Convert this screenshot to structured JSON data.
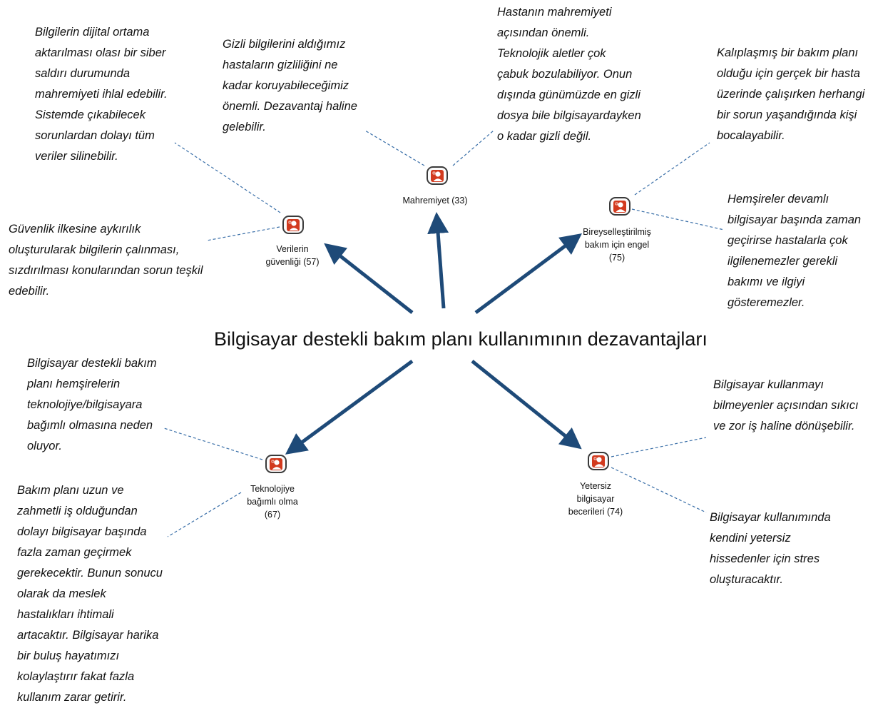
{
  "center": {
    "title": "Bilgisayar destekli bakım planı kullanımının dezavantajları"
  },
  "colors": {
    "arrow": "#1e4a78",
    "connector": "#3a6fa8",
    "icon_accent": "#d23a1e",
    "icon_border": "#3a3a3a"
  },
  "icon": "person-code-icon",
  "nodes": [
    {
      "id": "mahremiyet",
      "label": "Mahremiyet (33)",
      "quotes": [
        "Gizli bilgilerini aldığımız\nhastaların gizliliğini ne\nkadar koruyabileceğimiz\nönemli. Dezavantaj haline\ngelebilir.",
        "Hastanın mahremiyeti\naçısından önemli.\nTeknolojik aletler çok\nçabuk bozulabiliyor. Onun\ndışında günümüzde en gizli\ndosya bile bilgisayardayken\no kadar gizli değil."
      ]
    },
    {
      "id": "verilerin-guvenligi",
      "label": "Verilerin\ngüvenliği (57)",
      "quotes": [
        "Bilgilerin dijital ortama\naktarılması olası bir siber\nsaldırı durumunda\nmahremiyeti ihlal edebilir.\nSistemde çıkabilecek\nsorunlardan dolayı tüm\nveriler silinebilir.",
        "Güvenlik ilkesine aykırılık\noluşturularak bilgilerin çalınması,\nsızdırılması konularından sorun teşkil\nedebilir."
      ]
    },
    {
      "id": "bireysellestirilmis",
      "label": "Bireyselleştirilmiş\nbakım için engel\n(75)",
      "quotes": [
        "Kalıplaşmış bir bakım planı\nolduğu için gerçek bir hasta\nüzerinde çalışırken herhangi\nbir sorun yaşandığında kişi\nbocalayabilir.",
        "Hemşireler devamlı\nbilgisayar başında zaman\ngeçirirse hastalarla çok\nilgilenemezler gerekli\nbakımı ve ilgiyi\ngösteremezler."
      ]
    },
    {
      "id": "teknolojiye-bagimli",
      "label": "Teknolojiye\nbağımlı olma\n(67)",
      "quotes": [
        "Bilgisayar destekli bakım\nplanı hemşirelerin\nteknolojiye/bilgisayara\nbağımlı olmasına neden\noluyor.",
        "Bakım planı uzun ve\nzahmetli iş olduğundan\ndolayı bilgisayar başında\nfazla zaman geçirmek\ngerekecektir. Bunun sonucu\nolarak da meslek\nhastalıkları ihtimali\nartacaktır. Bilgisayar harika\nbir buluş hayatımızı\nkolaylaştırır fakat fazla\nkullanım zarar getirir."
      ]
    },
    {
      "id": "yetersiz-beceriler",
      "label": "Yetersiz\nbilgisayar\nbecerileri (74)",
      "quotes": [
        "Bilgisayar kullanmayı\nbilmeyenler açısından sıkıcı\nve zor iş haline dönüşebilir.",
        "Bilgisayar kullanımında\nkendini yetersiz\nhissedenler için stres\noluşturacaktır."
      ]
    }
  ]
}
